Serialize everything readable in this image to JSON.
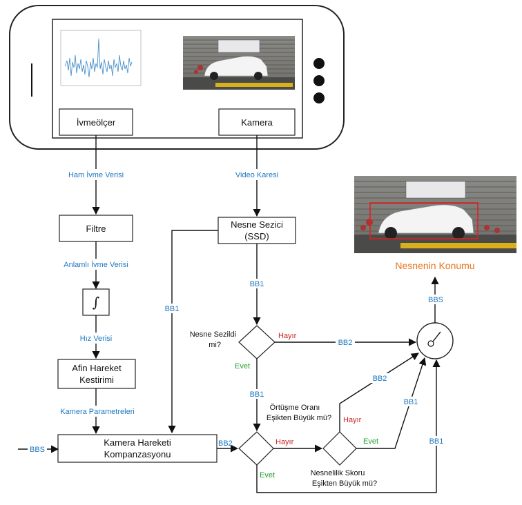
{
  "phone": {
    "accel_label": "İvmeölçer",
    "camera_label": "Kamera"
  },
  "flow": {
    "raw_accel": "Ham İvme Verisi",
    "video_frame": "Video Karesi",
    "filter": "Filtre",
    "detector_line1": "Nesne Sezici",
    "detector_line2": "(SSD)",
    "meaningful_accel": "Anlamlı İvme Verisi",
    "integral_symbol": "∫",
    "speed_data": "Hız Verisi",
    "affine_line1": "Afin Hareket",
    "affine_line2": "Kestirimi",
    "camera_params": "Kamera Parametreleri",
    "compensation_line1": "Kamera Hareketi",
    "compensation_line2": "Kompanzasyonu",
    "q_detected_line1": "Nesne Sezildi",
    "q_detected_line2": "mi?",
    "q_overlap_line1": "Örtüşme Oranı",
    "q_overlap_line2": "Eşikten Büyük mü?",
    "q_objectness_line1": "Nesnelilik Skoru",
    "q_objectness_line2": "Eşikten Büyük mü?",
    "output_title": "Nesnenin Konumu"
  },
  "edge_labels": {
    "bb1_left": "BB1",
    "bb1_detector": "BB1",
    "bb1_mid": "BB1",
    "bb1_right": "BB1",
    "bb1_bottom": "BB1",
    "bb2_top": "BB2",
    "bb2_diag": "BB2",
    "bb2_comp": "BB2",
    "bbs_in": "BBS",
    "bbs_out": "BBS",
    "no_1": "Hayır",
    "no_2": "Hayır",
    "no_3": "Hayır",
    "yes_1": "Evet",
    "yes_2": "Evet",
    "yes_3": "Evet"
  },
  "colors": {
    "blue": "#1f77c0",
    "red": "#cc2222",
    "green": "#22a02a",
    "orange": "#e8731c"
  }
}
